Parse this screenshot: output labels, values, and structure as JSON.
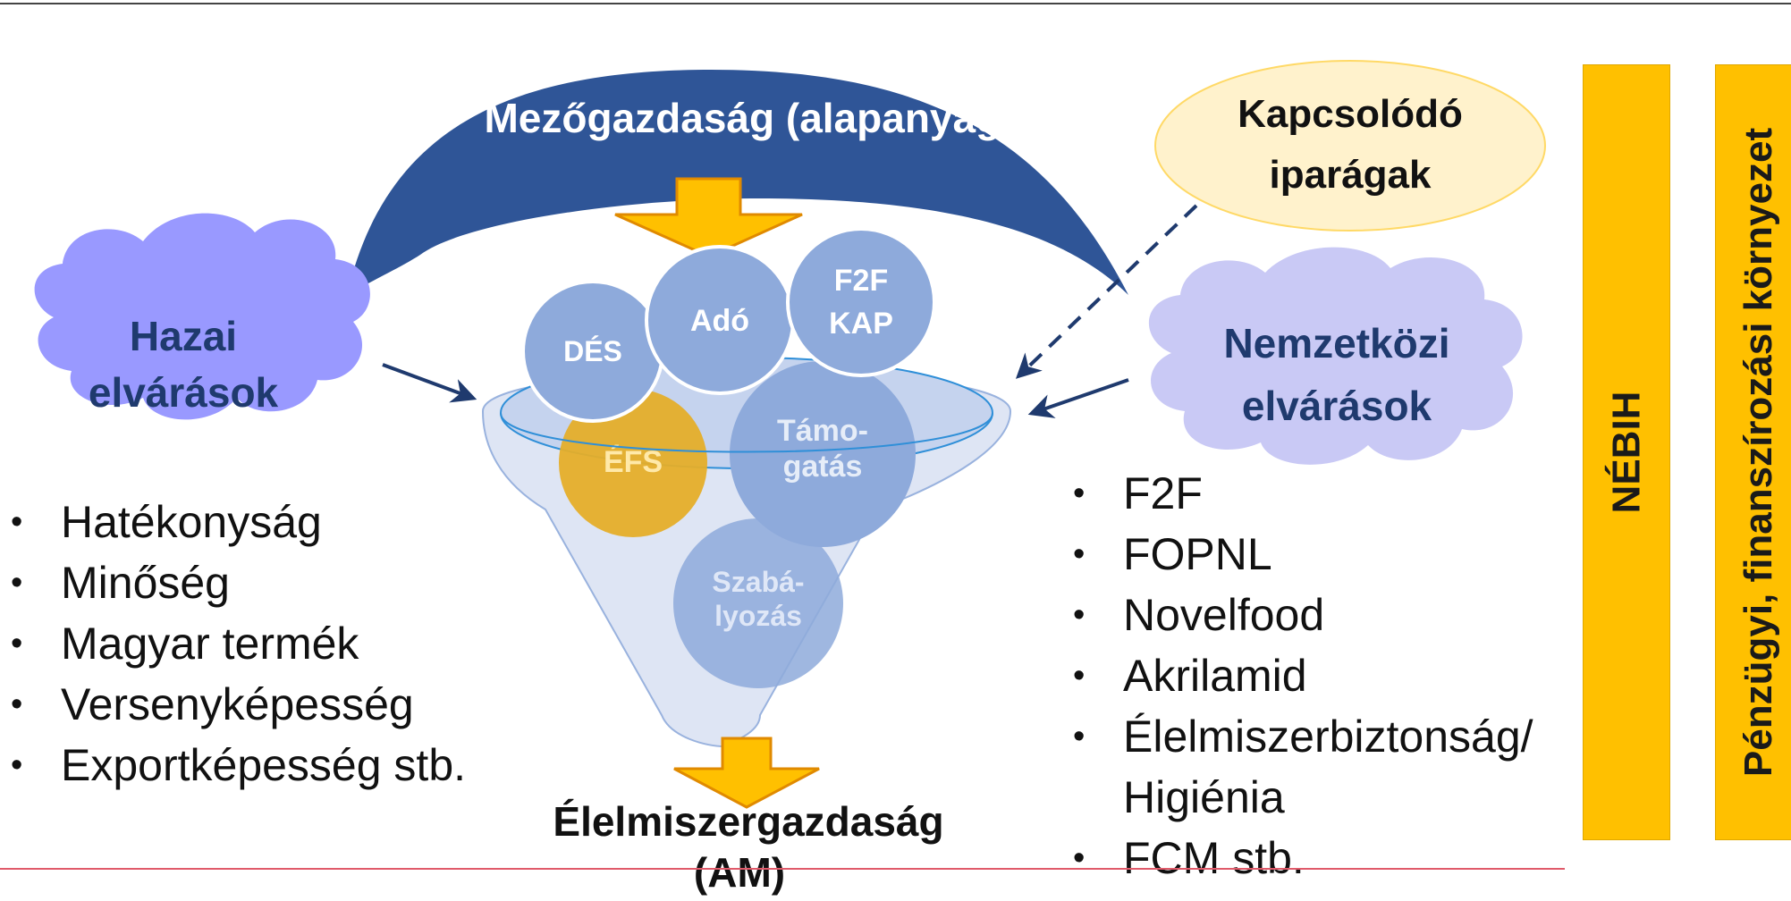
{
  "top_arc_label": "Mezőgazdaság (alapanyag)",
  "related_industries": {
    "line1": "Kapcsolódó",
    "line2": "iparágak"
  },
  "domestic_cloud": {
    "line1": "Hazai",
    "line2": "elvárások"
  },
  "international_cloud": {
    "line1": "Nemzetközi",
    "line2": "elvárások"
  },
  "funnel_circles": {
    "des": "DÉS",
    "ado": "Adó",
    "f2f_kap": {
      "line1": "F2F",
      "line2": "KAP"
    },
    "efs": "ÉFS",
    "tamogatas": {
      "line1": "Támo-",
      "line2": "gatás"
    },
    "szabalyozas": {
      "line1": "Szabá-",
      "line2": "lyozás"
    }
  },
  "output_label": {
    "line1": "Élelmiszergazdaság",
    "line2": "(AM)"
  },
  "domestic_list": [
    "Hatékonyság",
    "Minőség",
    "Magyar termék",
    "Versenyképesség",
    "Exportképesség stb."
  ],
  "international_list": [
    "F2F",
    "FOPNL",
    "Novelfood",
    "Akrilamid",
    "Élelmiszerbiztonság/ Higiénia",
    "FCM stb."
  ],
  "side_bars": {
    "nebih": "NÉBIH",
    "finance": "Pénzügyi, finanszírozási környezet"
  },
  "colors": {
    "dark_blue": "#2f5597",
    "navy_text": "#1f3a6e",
    "circle_blue": "#8eaadb",
    "yellow": "#ffc000",
    "cloud_left": "#9999ff",
    "cloud_right": "#c9c9f5",
    "pale_yellow": "#fff2cc"
  },
  "icons": {
    "down_arrow": "down-arrow-icon",
    "right_arrow": "right-arrow-icon",
    "left_arrow": "left-arrow-icon"
  }
}
